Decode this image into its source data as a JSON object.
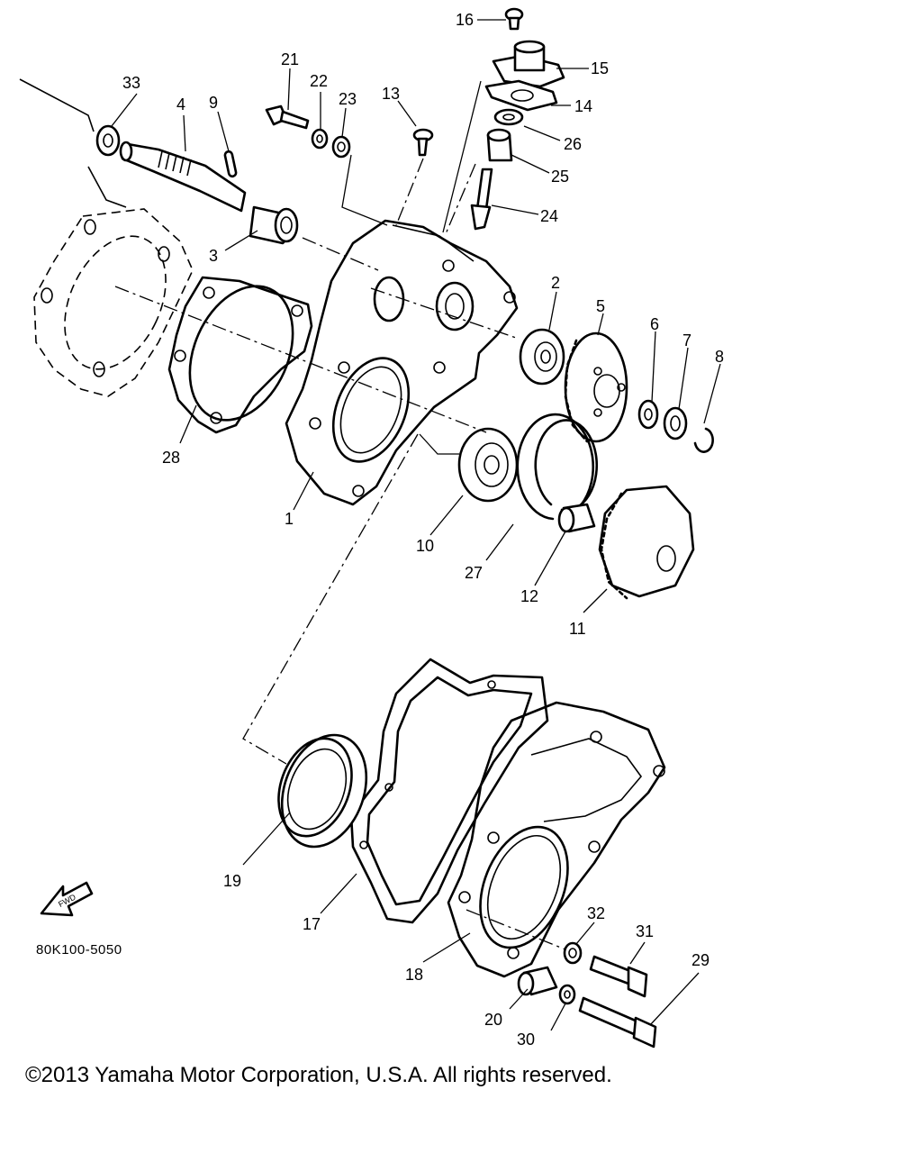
{
  "diagram": {
    "catalog_code": "80K100-5050",
    "fwd_arrow_label": "FWD",
    "part_numbers": [
      "1",
      "2",
      "3",
      "4",
      "5",
      "6",
      "7",
      "8",
      "9",
      "10",
      "11",
      "12",
      "13",
      "14",
      "15",
      "16",
      "17",
      "18",
      "19",
      "20",
      "21",
      "22",
      "23",
      "24",
      "25",
      "26",
      "27",
      "28",
      "29",
      "30",
      "31",
      "32",
      "33"
    ]
  },
  "footer": {
    "copyright": "©2013 Yamaha Motor Corporation, U.S.A. All rights reserved."
  }
}
